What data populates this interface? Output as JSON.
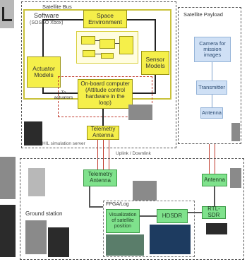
{
  "satellite_bus": {
    "title": "Satellite Bus",
    "software_title": "Software",
    "software_subtitle": "(SOSSO Xbox)",
    "space_environment": "Space Environment",
    "actuator_models": "Actuator Models",
    "sensor_models": "Sensor Models",
    "onboard_computer": "On-board computer (Attitude control hardware in the loop)",
    "actuator_signal_label": "To actuators",
    "telemetry_antenna": "Telemetry Antenna",
    "simulator_label": "HIL simulation server"
  },
  "satellite_payload": {
    "title": "Satellite Payload",
    "camera": "Camera for mission images",
    "transmitter": "Transmitter",
    "antenna": "Antenna"
  },
  "link_label": "Uplink / Downlink",
  "ground_station": {
    "title": "Ground station",
    "telemetry_antenna": "Telemetry Antenna",
    "fpga_title": "FPGA/Log",
    "visualization": "Visualization of satellite position",
    "hdsdr": "HDSDR",
    "antenna": "Antenna",
    "rtl_sdr": "RTL-SDR"
  }
}
